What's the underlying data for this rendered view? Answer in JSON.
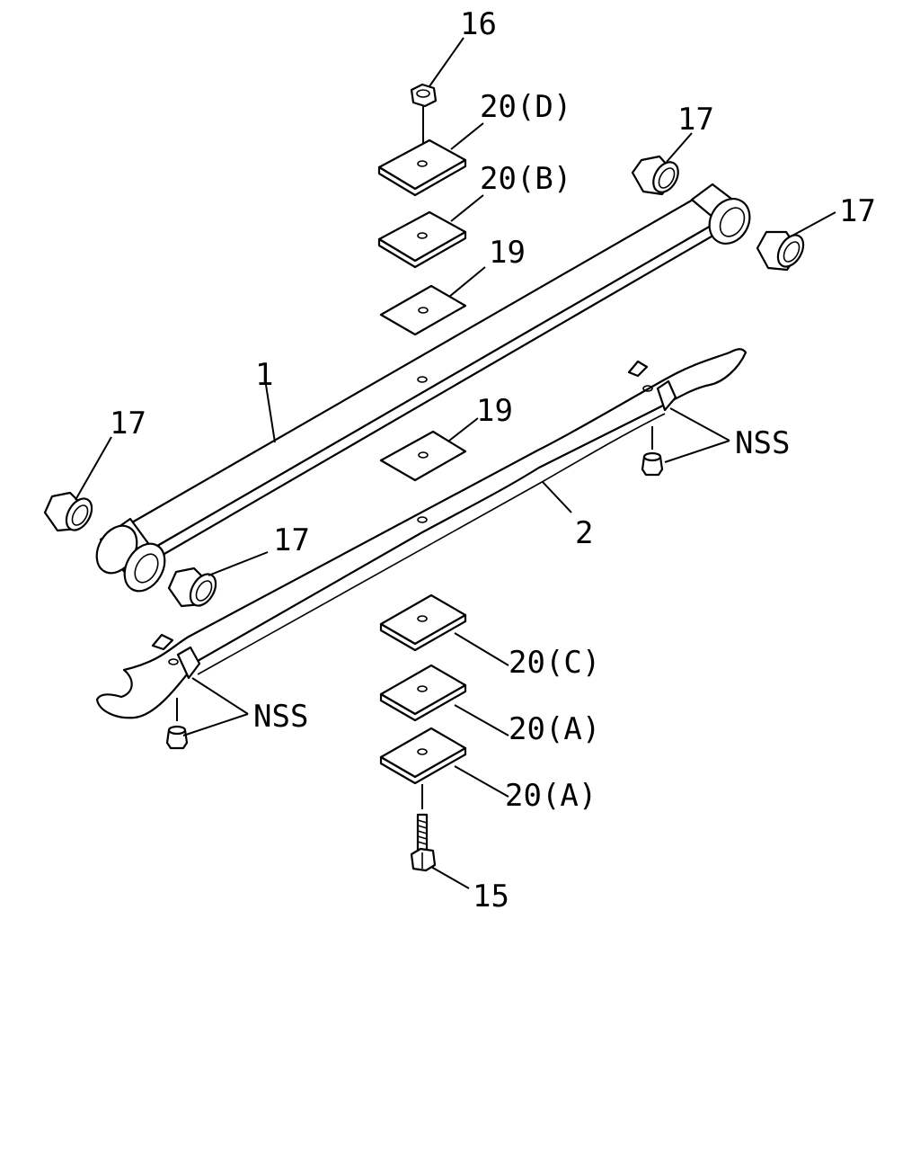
{
  "callouts": {
    "c16": "16",
    "c20d": "20(D)",
    "c20b": "20(B)",
    "c19_top": "19",
    "c17_top": "17",
    "c17_right": "17",
    "c1": "1",
    "c17_left": "17",
    "c19_mid": "19",
    "c17_mid": "17",
    "c2": "2",
    "nss_right": "NSS",
    "nss_left": "NSS",
    "c20c": "20(C)",
    "c20a_1": "20(A)",
    "c20a_2": "20(A)",
    "c15": "15"
  }
}
